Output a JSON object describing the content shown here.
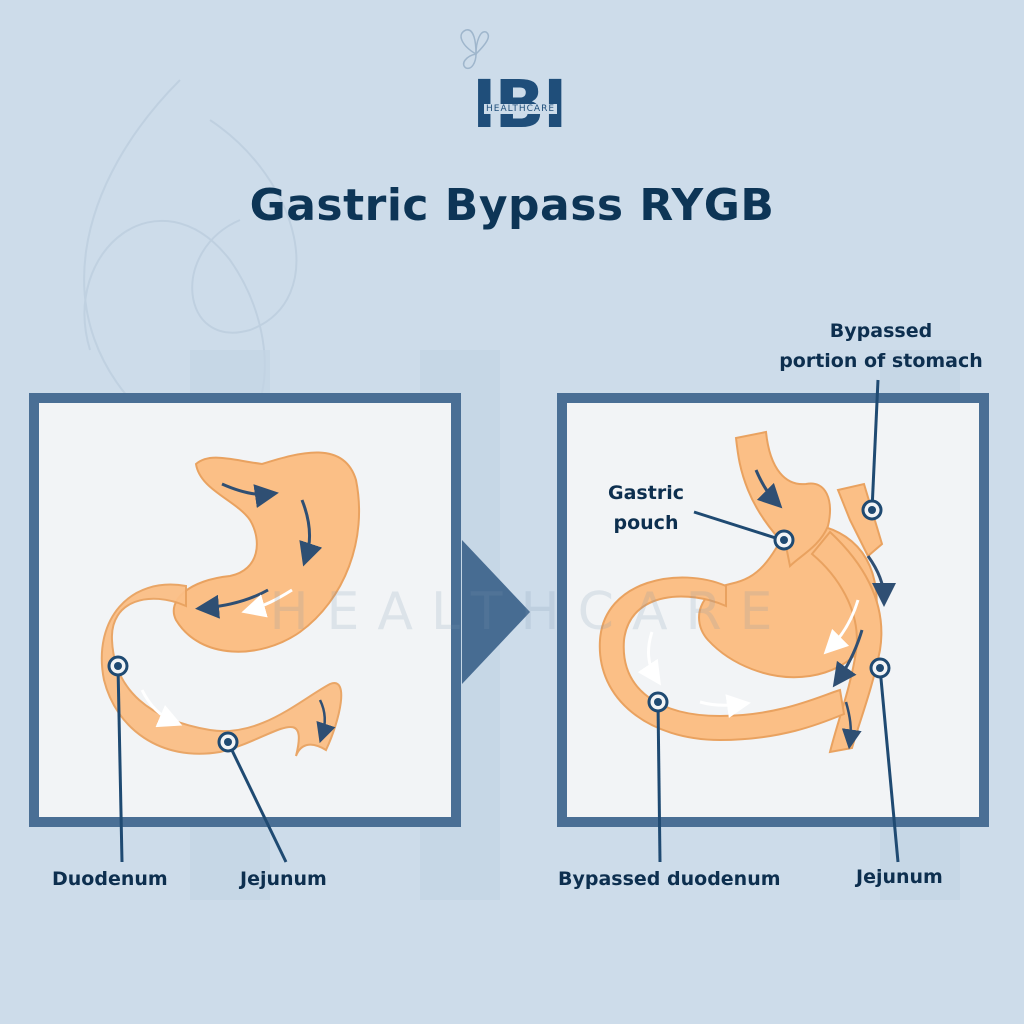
{
  "logo": {
    "letters": "IBI",
    "sub_text": "HEALTHCARE",
    "icon": "butterfly-icon"
  },
  "title": "Gastric Bypass RYGB",
  "watermark": "HEALTHCARE",
  "before_panel": {
    "labels": {
      "duodenum": "Duodenum",
      "jejunum": "Jejunum"
    }
  },
  "after_panel": {
    "labels": {
      "bypassed_stomach_line1": "Bypassed",
      "bypassed_stomach_line2": "portion of stomach",
      "gastric_pouch_line1": "Gastric",
      "gastric_pouch_line2": "pouch",
      "bypassed_duodenum": "Bypassed duodenum",
      "jejunum": "Jejunum"
    }
  },
  "colors": {
    "background": "#cddcea",
    "panel_fill": "#f2f4f6",
    "panel_border": "#4a6f95",
    "organ_fill": "#fbbf86",
    "organ_stroke": "#e9a260",
    "arrow_dark": "#2f4f73",
    "arrow_light": "#ffffff",
    "text": "#0d2f4f",
    "marker": "#1f4a72"
  }
}
